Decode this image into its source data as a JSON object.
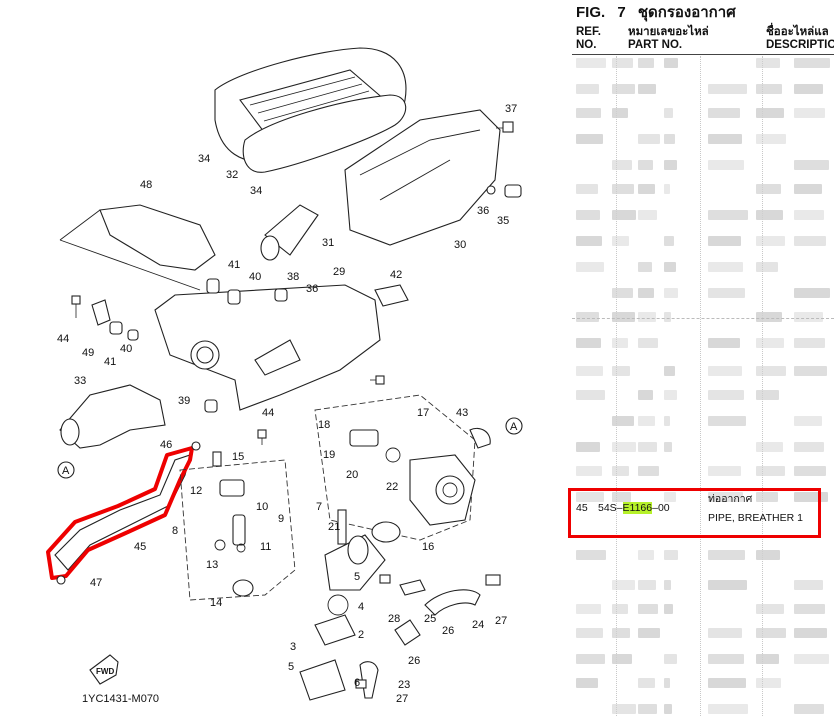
{
  "header": {
    "fig_prefix": "FIG.",
    "fig_number": "7",
    "fig_title": "ชุดกรองอากาศ",
    "col_ref_line1": "REF.",
    "col_ref_line2": "NO.",
    "col_part_line1": "หมายเลขอะไหล่",
    "col_part_line2": "PART NO.",
    "col_desc_line1": "ชื่ออะไหล่แล",
    "col_desc_line2": "DESCRIPTION"
  },
  "highlighted_row": {
    "ref": "45",
    "part_prefix": "54S–",
    "part_highlight": "E1166",
    "part_suffix": "–00",
    "desc_thai": "ท่ออากาศ",
    "desc_en": "PIPE, BREATHER 1"
  },
  "diagram": {
    "code": "1YC1431-M070",
    "fwd_label": "FWD",
    "callouts": [
      "37",
      "34",
      "32",
      "34",
      "48",
      "36",
      "35",
      "30",
      "31",
      "41",
      "40",
      "38",
      "36",
      "29",
      "42",
      "44",
      "49",
      "41",
      "40",
      "33",
      "39",
      "44",
      "17",
      "43",
      "18",
      "46",
      "15",
      "19",
      "20",
      "22",
      "12",
      "10",
      "9",
      "8",
      "11",
      "13",
      "14",
      "45",
      "47",
      "7",
      "16",
      "5",
      "4",
      "2",
      "3",
      "5",
      "6",
      "26",
      "25",
      "24",
      "23",
      "27",
      "28",
      "21",
      "27",
      "26"
    ],
    "connector_label": "A",
    "highlight_color": "#e00000",
    "text_highlight_color": "#b6f12a"
  }
}
